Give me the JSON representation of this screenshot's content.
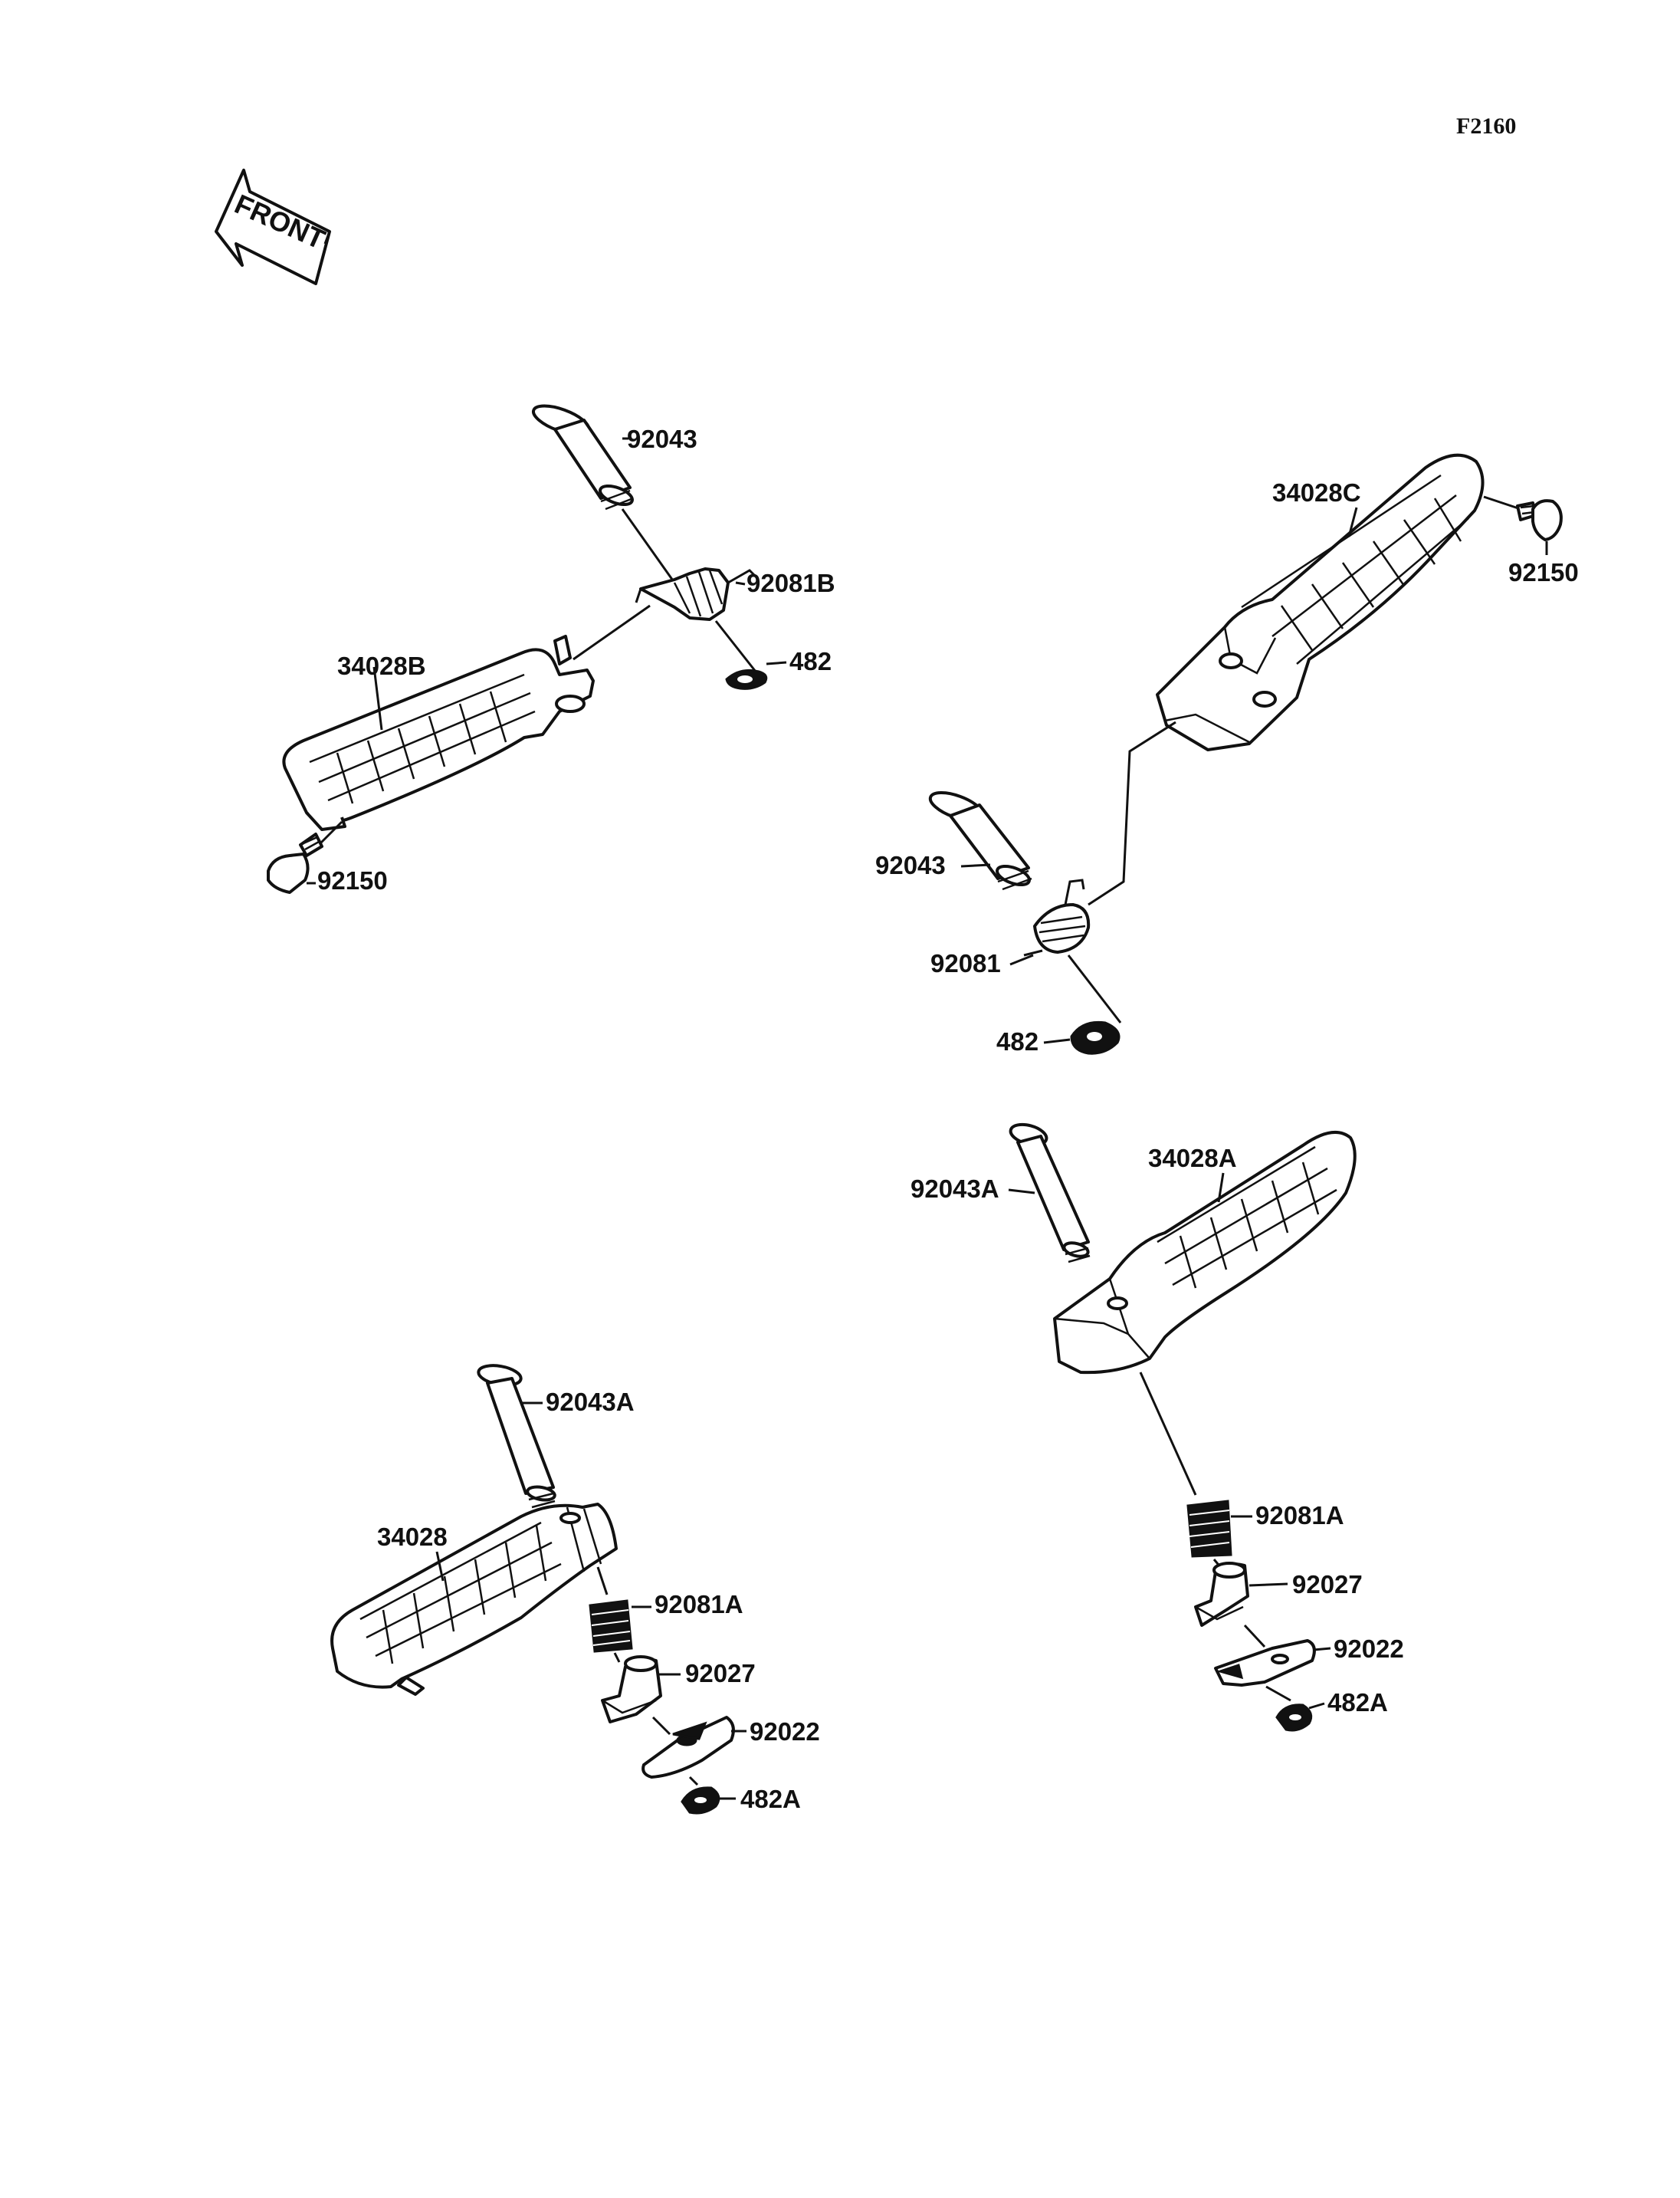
{
  "diagram_code": "F2160",
  "front_arrow_label": "FRONT",
  "labels": {
    "pin_b": "92043",
    "spring_b": "92081B",
    "circlip_b": "482",
    "footpeg_b": "34028B",
    "bolt_b": "92150",
    "footpeg_c": "34028C",
    "bolt_c": "92150",
    "pin_c": "92043",
    "spring_c": "92081",
    "circlip_c": "482",
    "pin_a": "92043A",
    "footpeg_a": "34028A",
    "spring_a": "92081A",
    "collar_a": "92027",
    "plate_a": "92022",
    "circlip_a": "482A",
    "pin_d": "92043A",
    "footpeg_d": "34028",
    "spring_d": "92081A",
    "collar_d": "92027",
    "plate_d": "92022",
    "circlip_d": "482A"
  }
}
